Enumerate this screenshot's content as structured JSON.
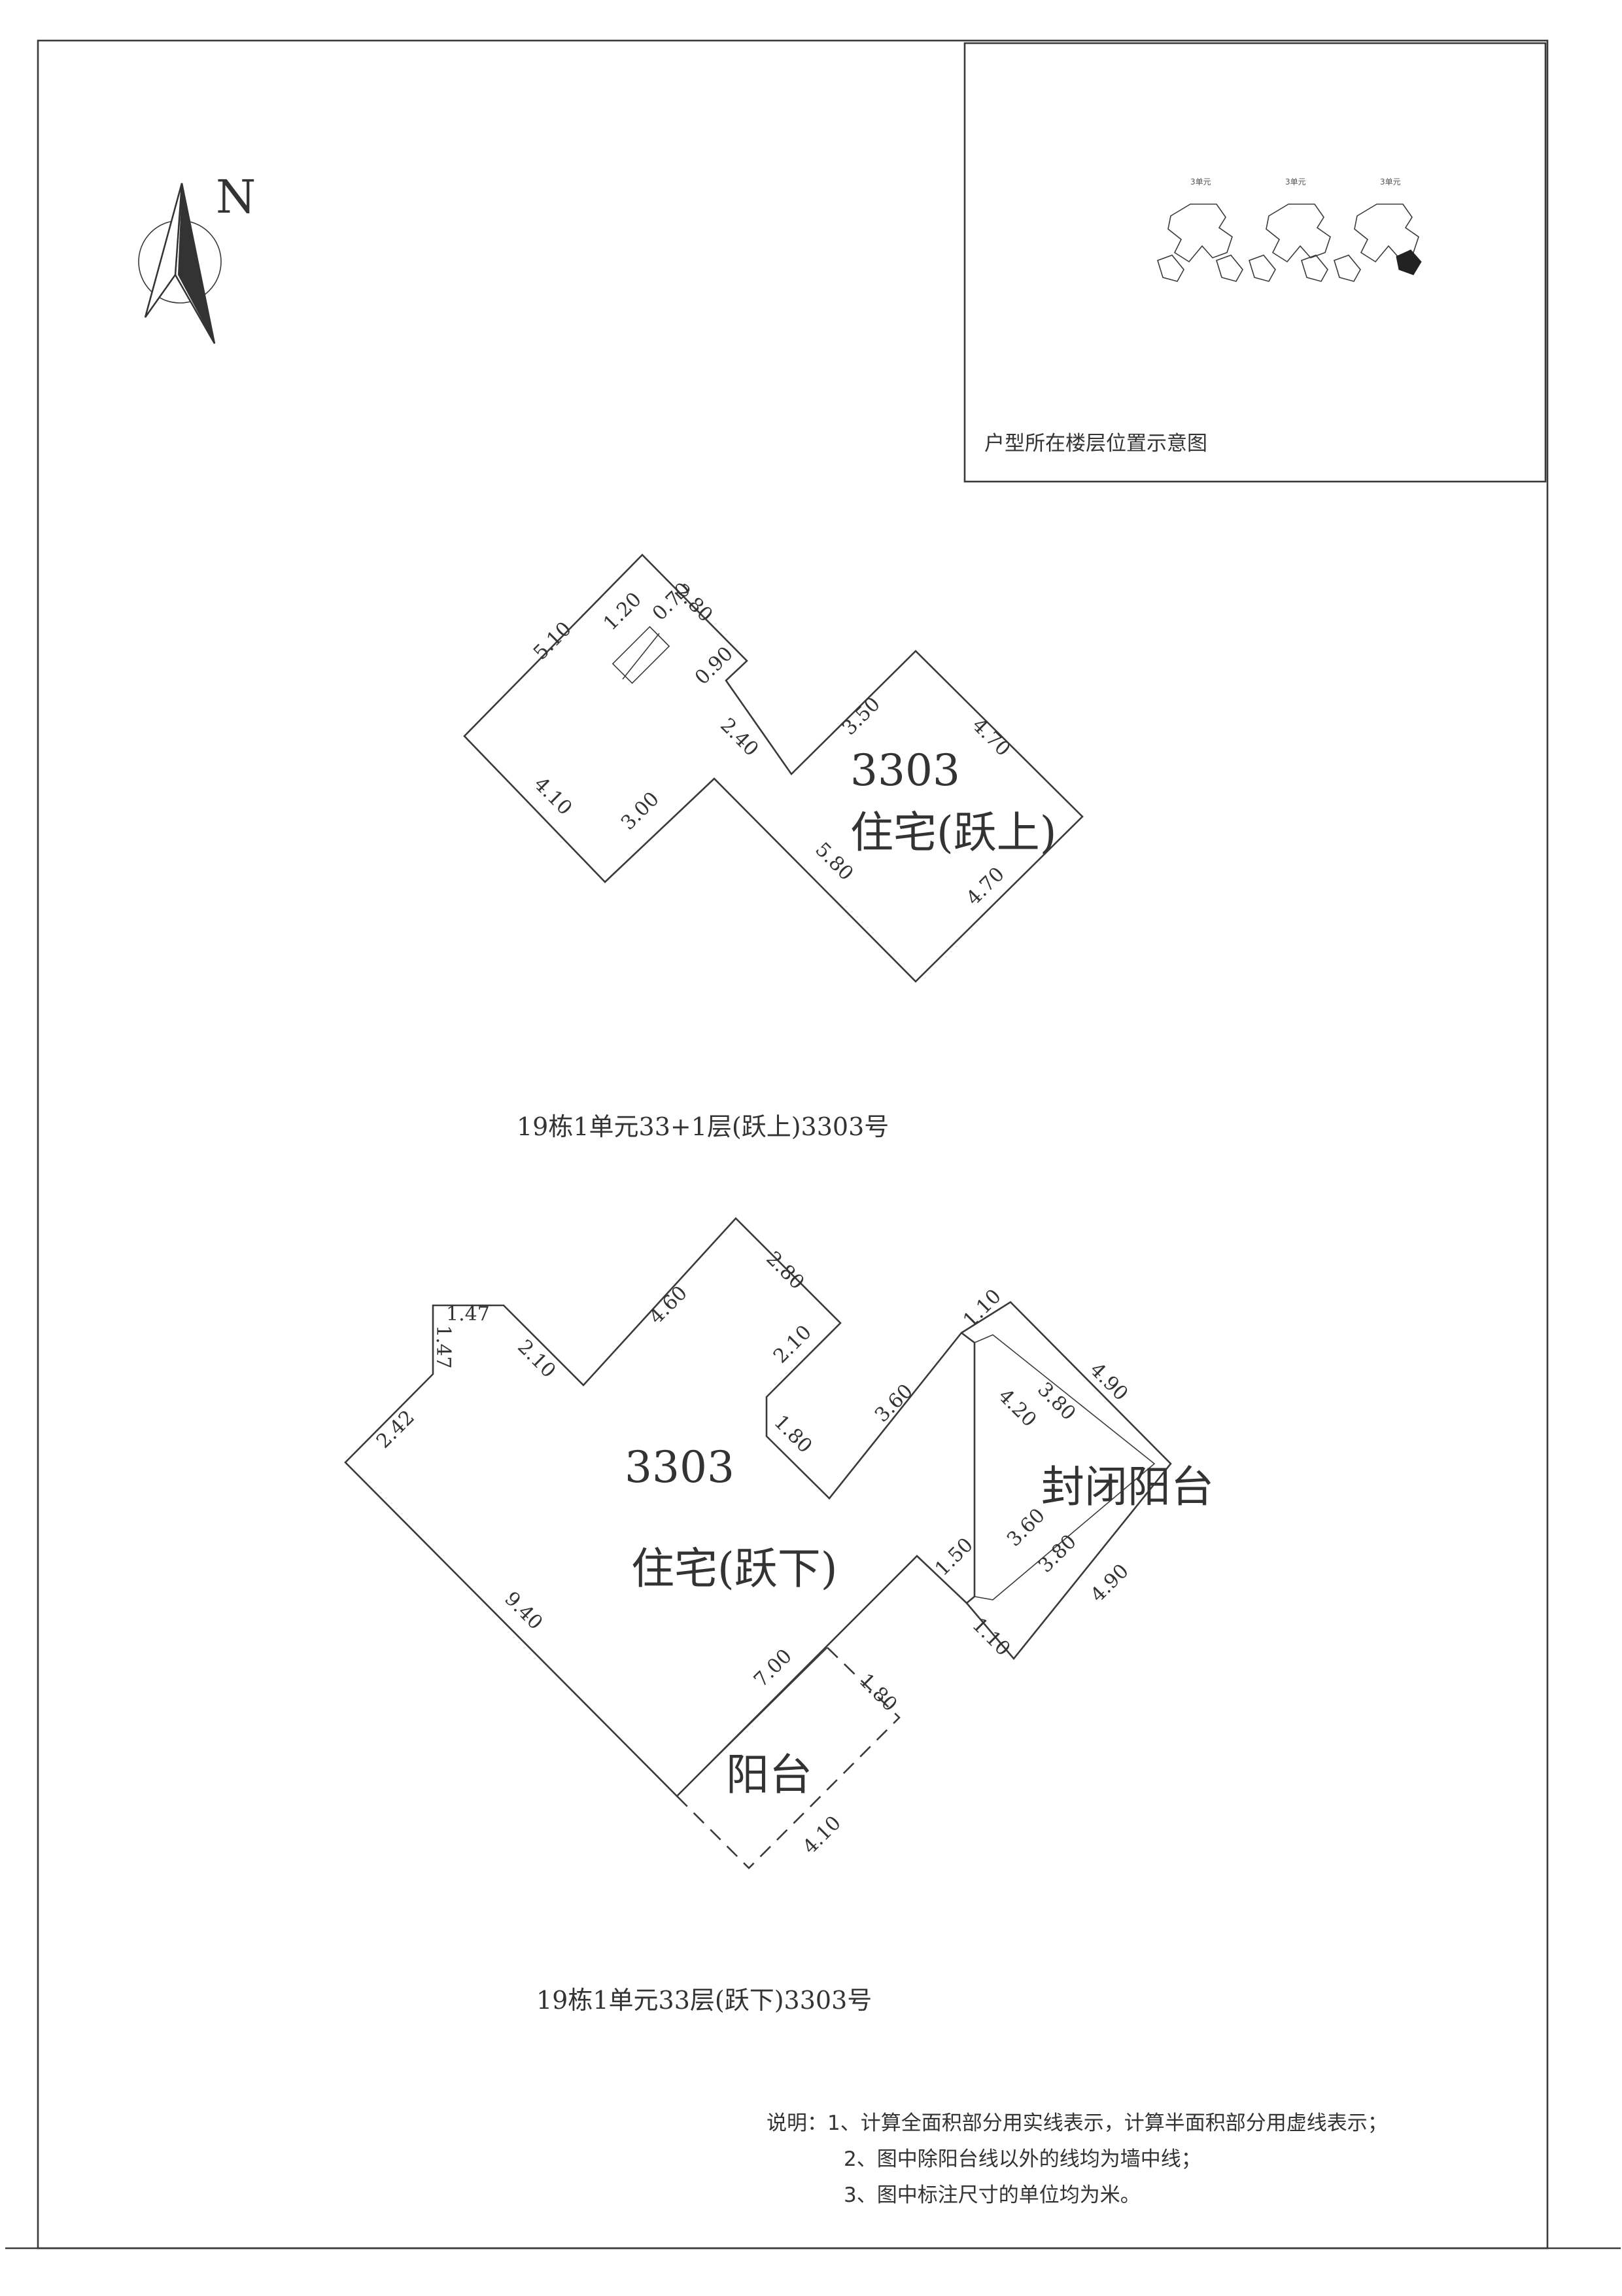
{
  "compass": {
    "letter": "N"
  },
  "location_box": {
    "title": "户型所在楼层位置示意图",
    "tiny_labels": [
      "3单元",
      "3单元",
      "3单元"
    ]
  },
  "upper_plan": {
    "unit": "3303",
    "usage": "住宅(跃上)",
    "caption": "19栋1单元33+1层(跃上)3303号",
    "dims": {
      "d510": "5.10",
      "d120": "1.20",
      "d070": "0.70",
      "d280": "2.80",
      "d090": "0.90",
      "d240": "2.40",
      "d350": "3.50",
      "d470a": "4.70",
      "d410": "4.10",
      "d300": "3.00",
      "d580": "5.80",
      "d470b": "4.70"
    }
  },
  "lower_plan": {
    "unit": "3303",
    "usage": "住宅(跃下)",
    "enclosed_balcony": "封闭阳台",
    "balcony": "阳台",
    "caption": "19栋1单元33层(跃下)3303号",
    "dims": {
      "d147a": "1.47",
      "d147b": "1.47",
      "d210a": "2.10",
      "d460": "4.60",
      "d280": "2.80",
      "d210b": "2.10",
      "d180a": "1.80",
      "d360a": "3.60",
      "d110a": "1.10",
      "d490a": "4.90",
      "d380a": "3.80",
      "d420": "4.20",
      "d242": "2.42",
      "d940": "9.40",
      "d700": "7.00",
      "d180b": "1.80",
      "d150": "1.50",
      "d360b": "3.60",
      "d380b": "3.80",
      "d490b": "4.90",
      "d110b": "1.10",
      "d410": "4.10"
    }
  },
  "notes": {
    "n1": "说明：1、计算全面积部分用实线表示，计算半面积部分用虚线表示；",
    "n2": "2、图中除阳台线以外的线均为墙中线；",
    "n3": "3、图中标注尺寸的单位均为米。"
  }
}
